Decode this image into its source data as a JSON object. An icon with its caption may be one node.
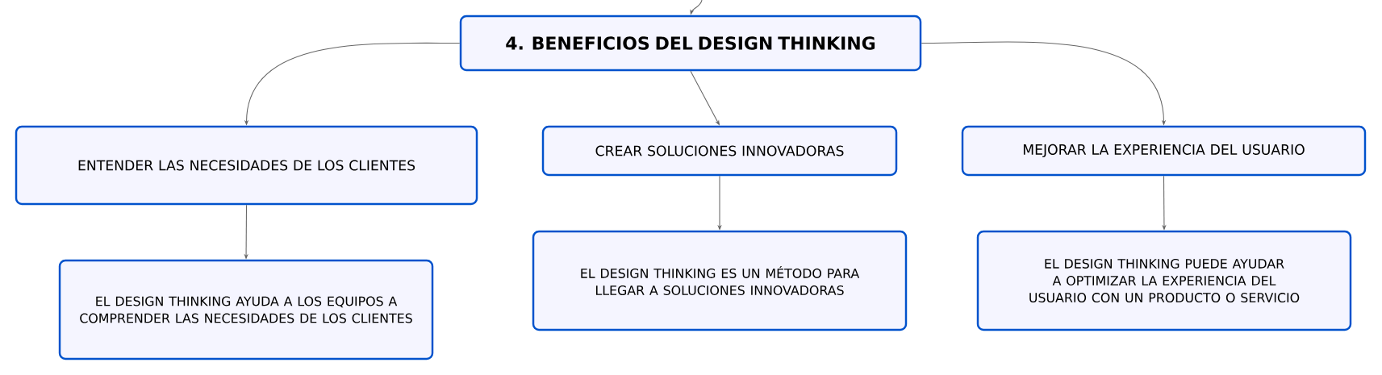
{
  "diagram": {
    "nodes": [
      {
        "text": [
          "4. BENEFICIOS DEL DESIGN THINKING"
        ]
      },
      {
        "text": [
          "ENTENDER LAS NECESIDADES DE LOS CLIENTES"
        ]
      },
      {
        "text": [
          "CREAR SOLUCIONES INNOVADORAS"
        ]
      },
      {
        "text": [
          "MEJORAR LA EXPERIENCIA DEL USUARIO"
        ]
      },
      {
        "text": [
          "EL DESIGN THINKING AYUDA A LOS EQUIPOS A COMPRENDER LAS NECESIDADES DE LOS CLIENTES"
        ]
      },
      {
        "text": [
          "EL DESIGN THINKING ES UN MÉTODO PARA LLEGAR A SOLUCIONES INNOVADORAS"
        ]
      },
      {
        "text": [
          "EL DESIGN THINKING PUEDE AYUDAR A OPTIMIZAR LA EXPERIENCIA DEL USUARIO CON UN PRODUCTO O SERVICIO"
        ]
      }
    ],
    "edges": [
      {
        "from": null,
        "to": 0,
        "arrow": "to"
      },
      {
        "from": 0,
        "to": 1,
        "arrow": "to"
      },
      {
        "from": 0,
        "to": 2,
        "arrow": "to"
      },
      {
        "from": 0,
        "to": 3,
        "arrow": "to"
      },
      {
        "from": 1,
        "to": 4,
        "arrow": "to"
      },
      {
        "from": 2,
        "to": 5,
        "arrow": "to"
      },
      {
        "from": 3,
        "to": 6,
        "arrow": "to"
      }
    ]
  }
}
